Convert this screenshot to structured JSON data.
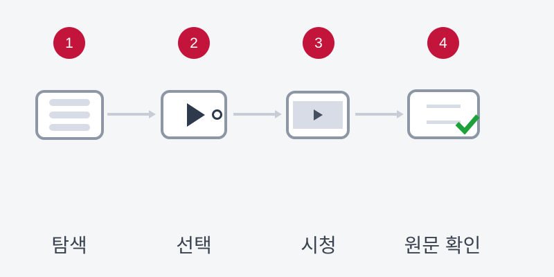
{
  "diagram": {
    "steps": [
      {
        "number": "1",
        "label": "탐색",
        "icon": "list-icon"
      },
      {
        "number": "2",
        "label": "선택",
        "icon": "play-select-icon"
      },
      {
        "number": "3",
        "label": "시청",
        "icon": "video-player-icon"
      },
      {
        "number": "4",
        "label": "원문 확인",
        "icon": "document-check-icon"
      }
    ],
    "connectors": [
      {
        "icon": "arrow-right-icon"
      },
      {
        "icon": "arrow-right-icon"
      },
      {
        "icon": "arrow-right-icon"
      }
    ],
    "colors": {
      "background": "#F5F6F8",
      "badge": "#C3143C",
      "badge_text": "#FFFFFF",
      "box_border": "#8D96A4",
      "box_fill": "#FFFFFF",
      "icon_light": "#D8DCE6",
      "icon_dark": "#2E3A4B",
      "icon_dark_soft": "#44505F",
      "arrow": "#C8CCD6",
      "check_green": "#1EA13B",
      "label_text": "#39424F"
    }
  }
}
